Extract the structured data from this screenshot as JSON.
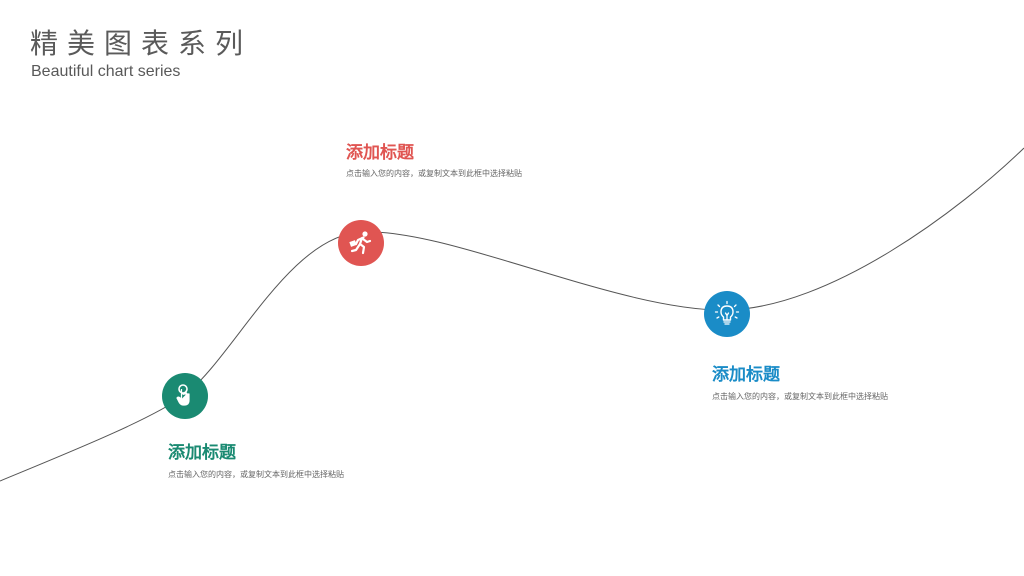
{
  "header": {
    "title_cn": "精美图表系列",
    "title_en": "Beautiful chart series"
  },
  "colors": {
    "green": "#1a8a72",
    "red": "#e05552",
    "blue": "#1a8cc7",
    "curve": "#555555"
  },
  "steps": [
    {
      "icon": "hand-pointer-icon",
      "heading": "添加标题",
      "description": "点击输入您的内容，或复制文本到此框中选择粘贴"
    },
    {
      "icon": "running-person-icon",
      "heading": "添加标题",
      "description": "点击输入您的内容，或复制文本到此框中选择粘贴"
    },
    {
      "icon": "lightbulb-icon",
      "heading": "添加标题",
      "description": "点击输入您的内容，或复制文本到此框中选择粘贴"
    }
  ]
}
